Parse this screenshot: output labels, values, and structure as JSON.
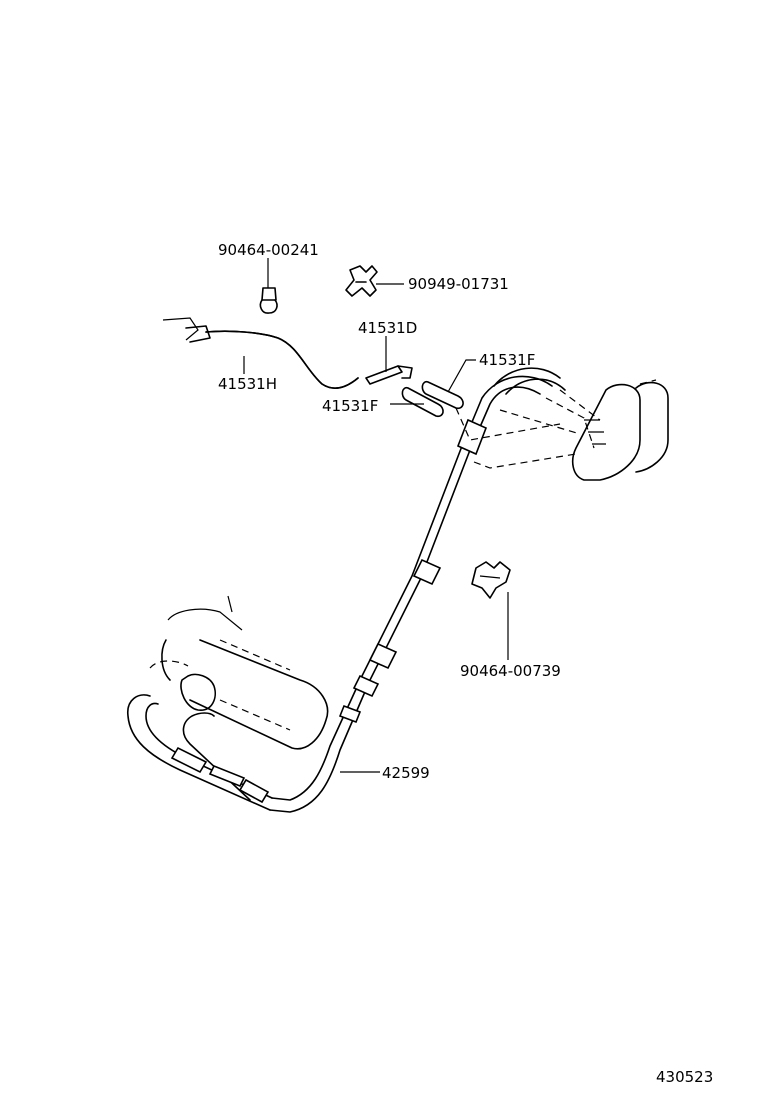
{
  "diagram": {
    "parts": [
      {
        "id": "p1",
        "number": "90464-00241"
      },
      {
        "id": "p2",
        "number": "90949-01731"
      },
      {
        "id": "p3",
        "number": "41531D"
      },
      {
        "id": "p4",
        "number": "41531F"
      },
      {
        "id": "p5",
        "number": "41531H"
      },
      {
        "id": "p6",
        "number": "41531F"
      },
      {
        "id": "p7",
        "number": "90464-00739"
      },
      {
        "id": "p8",
        "number": "42599"
      }
    ],
    "figure_number": "430523"
  }
}
